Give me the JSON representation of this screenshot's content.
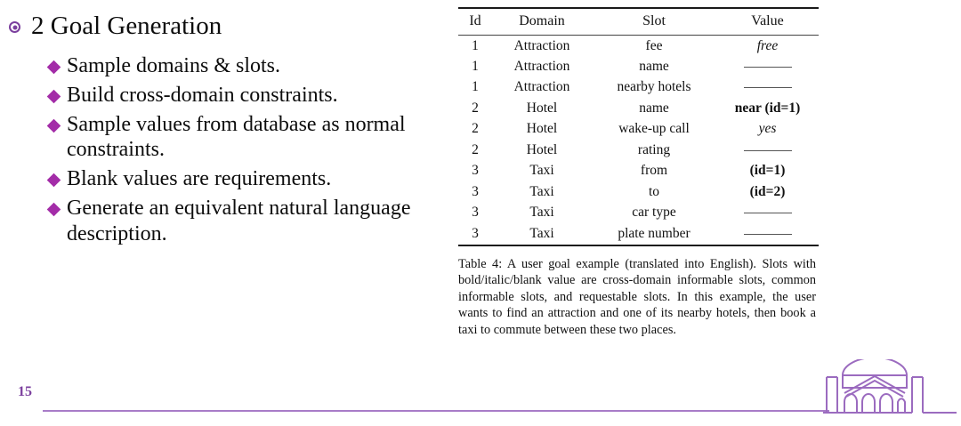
{
  "slide": {
    "title": "2 Goal Generation",
    "title_bullet_icon": "ring-dot-bullet",
    "bullets": [
      "Sample domains & slots.",
      "Build cross-domain constraints.",
      "Sample values from database as normal constraints.",
      "Blank values are requirements.",
      "Generate an equivalent natural language description."
    ],
    "bullet_icon": "diamond-bullet",
    "page_number": "15"
  },
  "figure": {
    "table": {
      "columns": [
        "Id",
        "Domain",
        "Slot",
        "Value"
      ],
      "rows": [
        {
          "id": "1",
          "domain": "Attraction",
          "slot": "fee",
          "value": "free",
          "style": "italic"
        },
        {
          "id": "1",
          "domain": "Attraction",
          "slot": "name",
          "value": "",
          "style": "blank"
        },
        {
          "id": "1",
          "domain": "Attraction",
          "slot": "nearby hotels",
          "value": "",
          "style": "blank"
        },
        {
          "id": "2",
          "domain": "Hotel",
          "slot": "name",
          "value": "near (id=1)",
          "style": "bold"
        },
        {
          "id": "2",
          "domain": "Hotel",
          "slot": "wake-up call",
          "value": "yes",
          "style": "italic"
        },
        {
          "id": "2",
          "domain": "Hotel",
          "slot": "rating",
          "value": "",
          "style": "blank"
        },
        {
          "id": "3",
          "domain": "Taxi",
          "slot": "from",
          "value": "(id=1)",
          "style": "bold"
        },
        {
          "id": "3",
          "domain": "Taxi",
          "slot": "to",
          "value": "(id=2)",
          "style": "bold"
        },
        {
          "id": "3",
          "domain": "Taxi",
          "slot": "car type",
          "value": "",
          "style": "blank"
        },
        {
          "id": "3",
          "domain": "Taxi",
          "slot": "plate number",
          "value": "",
          "style": "blank"
        }
      ]
    },
    "caption": "Table 4: A user goal example (translated into English). Slots with bold/italic/blank value are cross-domain informable slots, common informable slots, and requestable slots. In this example, the user wants to find an attraction and one of its nearby hotels, then book a taxi to commute between these two places."
  },
  "logo": {
    "name": "university-pavilion-logo"
  },
  "colors": {
    "accent_purple": "#7B3F9E",
    "diamond_purple": "#A32CA8",
    "rule_purple": "#A87CC8",
    "text_black": "#111111"
  }
}
